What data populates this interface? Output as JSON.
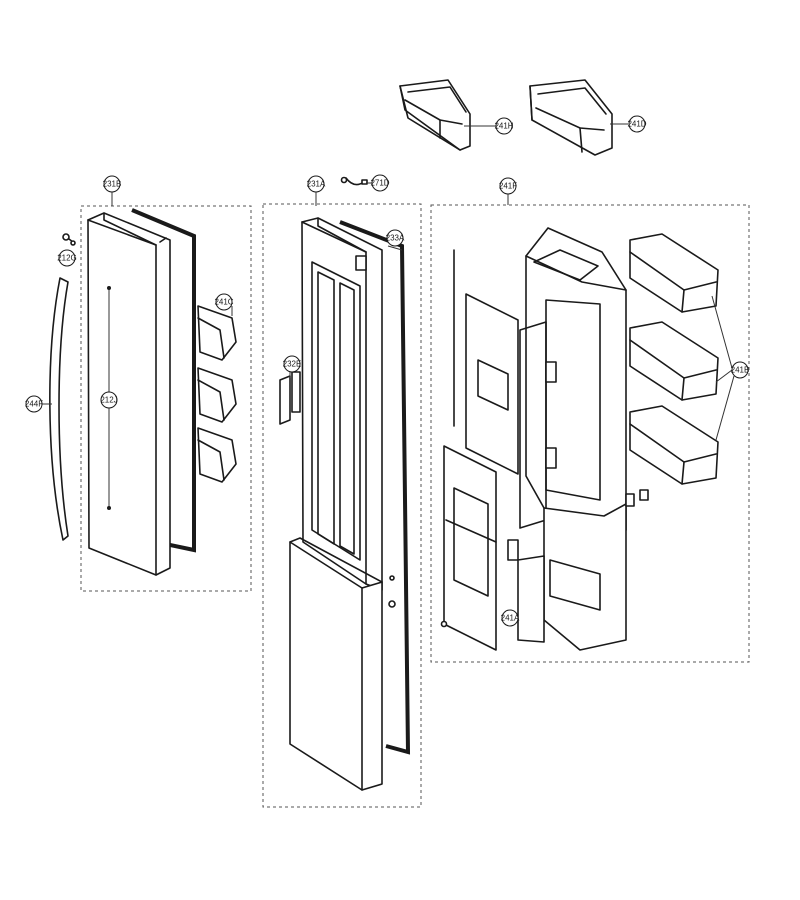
{
  "diagram": {
    "callouts": [
      {
        "id": "241H",
        "label": "241H"
      },
      {
        "id": "241D",
        "label": "241D"
      },
      {
        "id": "231B",
        "label": "231B"
      },
      {
        "id": "231A",
        "label": "231A"
      },
      {
        "id": "271D",
        "label": "271D"
      },
      {
        "id": "241F",
        "label": "241F"
      },
      {
        "id": "212G",
        "label": "212G"
      },
      {
        "id": "233A",
        "label": "233A"
      },
      {
        "id": "241C",
        "label": "241C"
      },
      {
        "id": "232E",
        "label": "232E"
      },
      {
        "id": "244F",
        "label": "244F"
      },
      {
        "id": "212J",
        "label": "212J"
      },
      {
        "id": "241B",
        "label": "241B"
      },
      {
        "id": "241A",
        "label": "241A"
      }
    ]
  }
}
